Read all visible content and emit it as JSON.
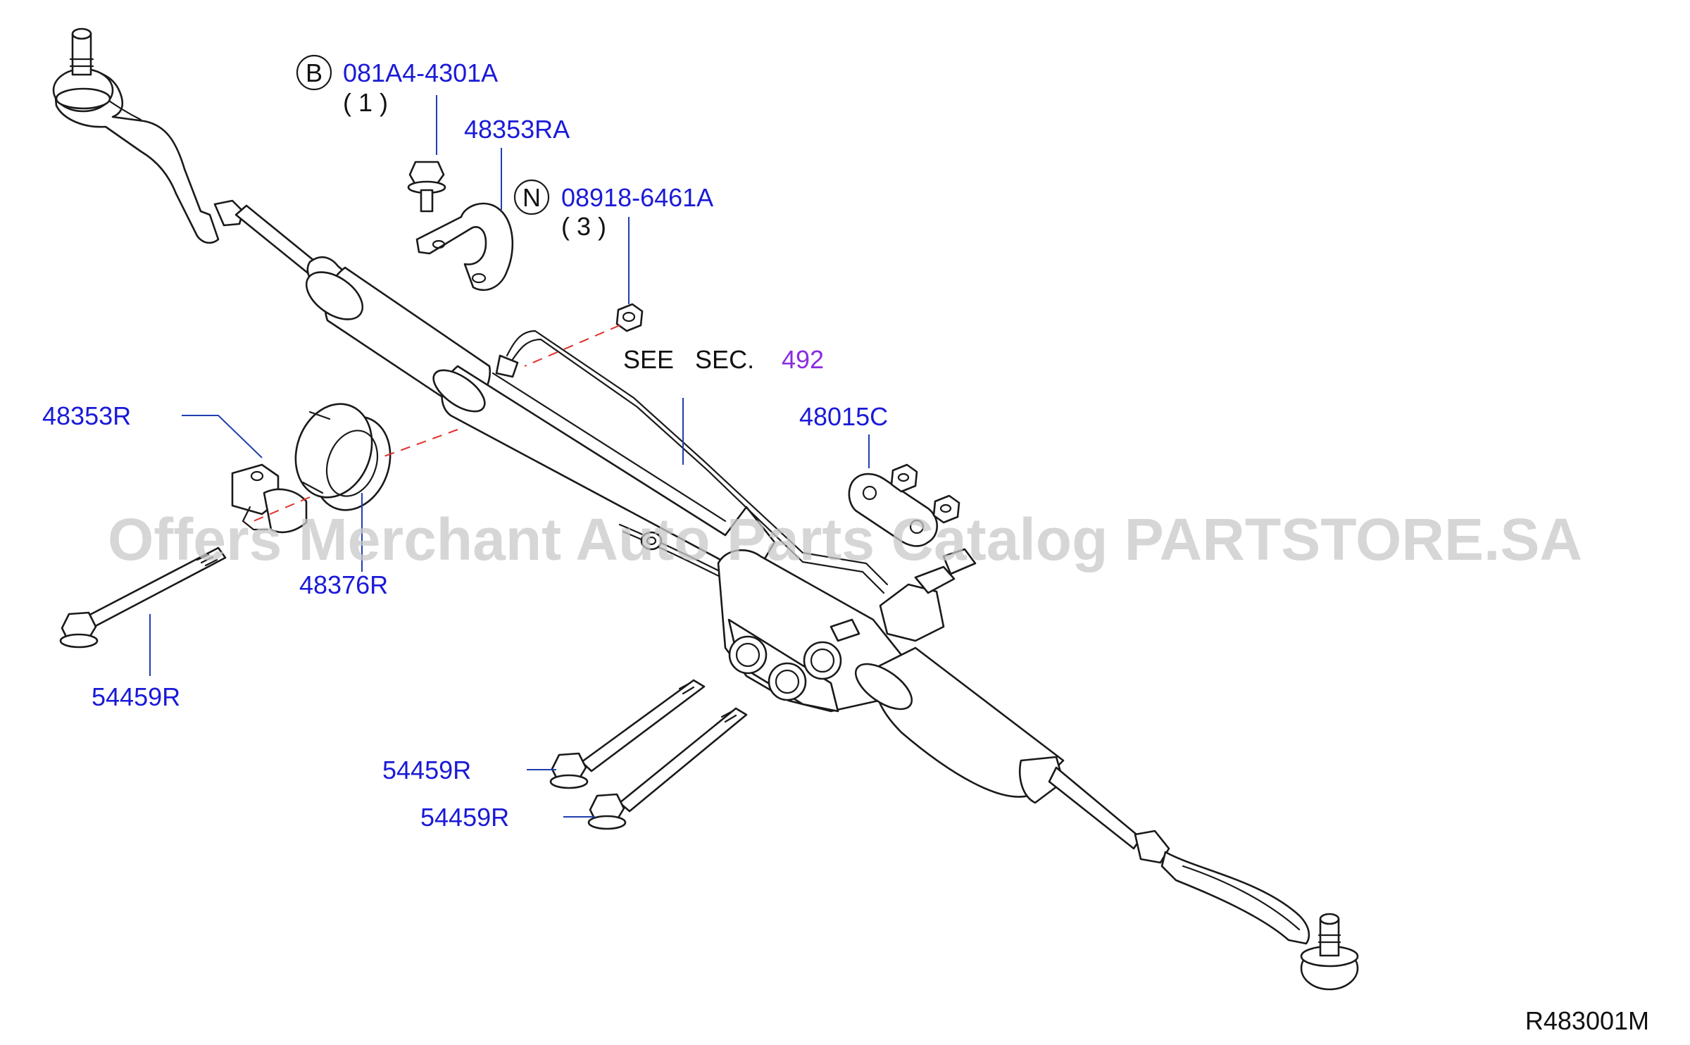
{
  "callouts": {
    "bolt_b_symbol": "B",
    "bolt_b_part": "081A4-4301A",
    "bolt_b_qty": "( 1 )",
    "clamp_ra": "48353RA",
    "nut_n_symbol": "N",
    "nut_n_part": "08918-6461A",
    "nut_n_qty": "( 3 )",
    "see_sec": "SEE   SEC.",
    "see_sec_number": "492",
    "bracket_c": "48015C",
    "clamp_r": "48353R",
    "insulator_r": "48376R",
    "bolt_left": "54459R",
    "bolt_mid_1": "54459R",
    "bolt_mid_2": "54459R"
  },
  "watermark": "Offers Merchant Auto Parts Catalog PARTSTORE.SA",
  "diagram_code": "R483001M",
  "colors": {
    "callout_text": "#1a1ad8",
    "leader_line": "#1f3fb0",
    "section_reference": "#8a2be2",
    "dashed_alignment": "#e0302a",
    "line_art": "#1a1a1a"
  }
}
